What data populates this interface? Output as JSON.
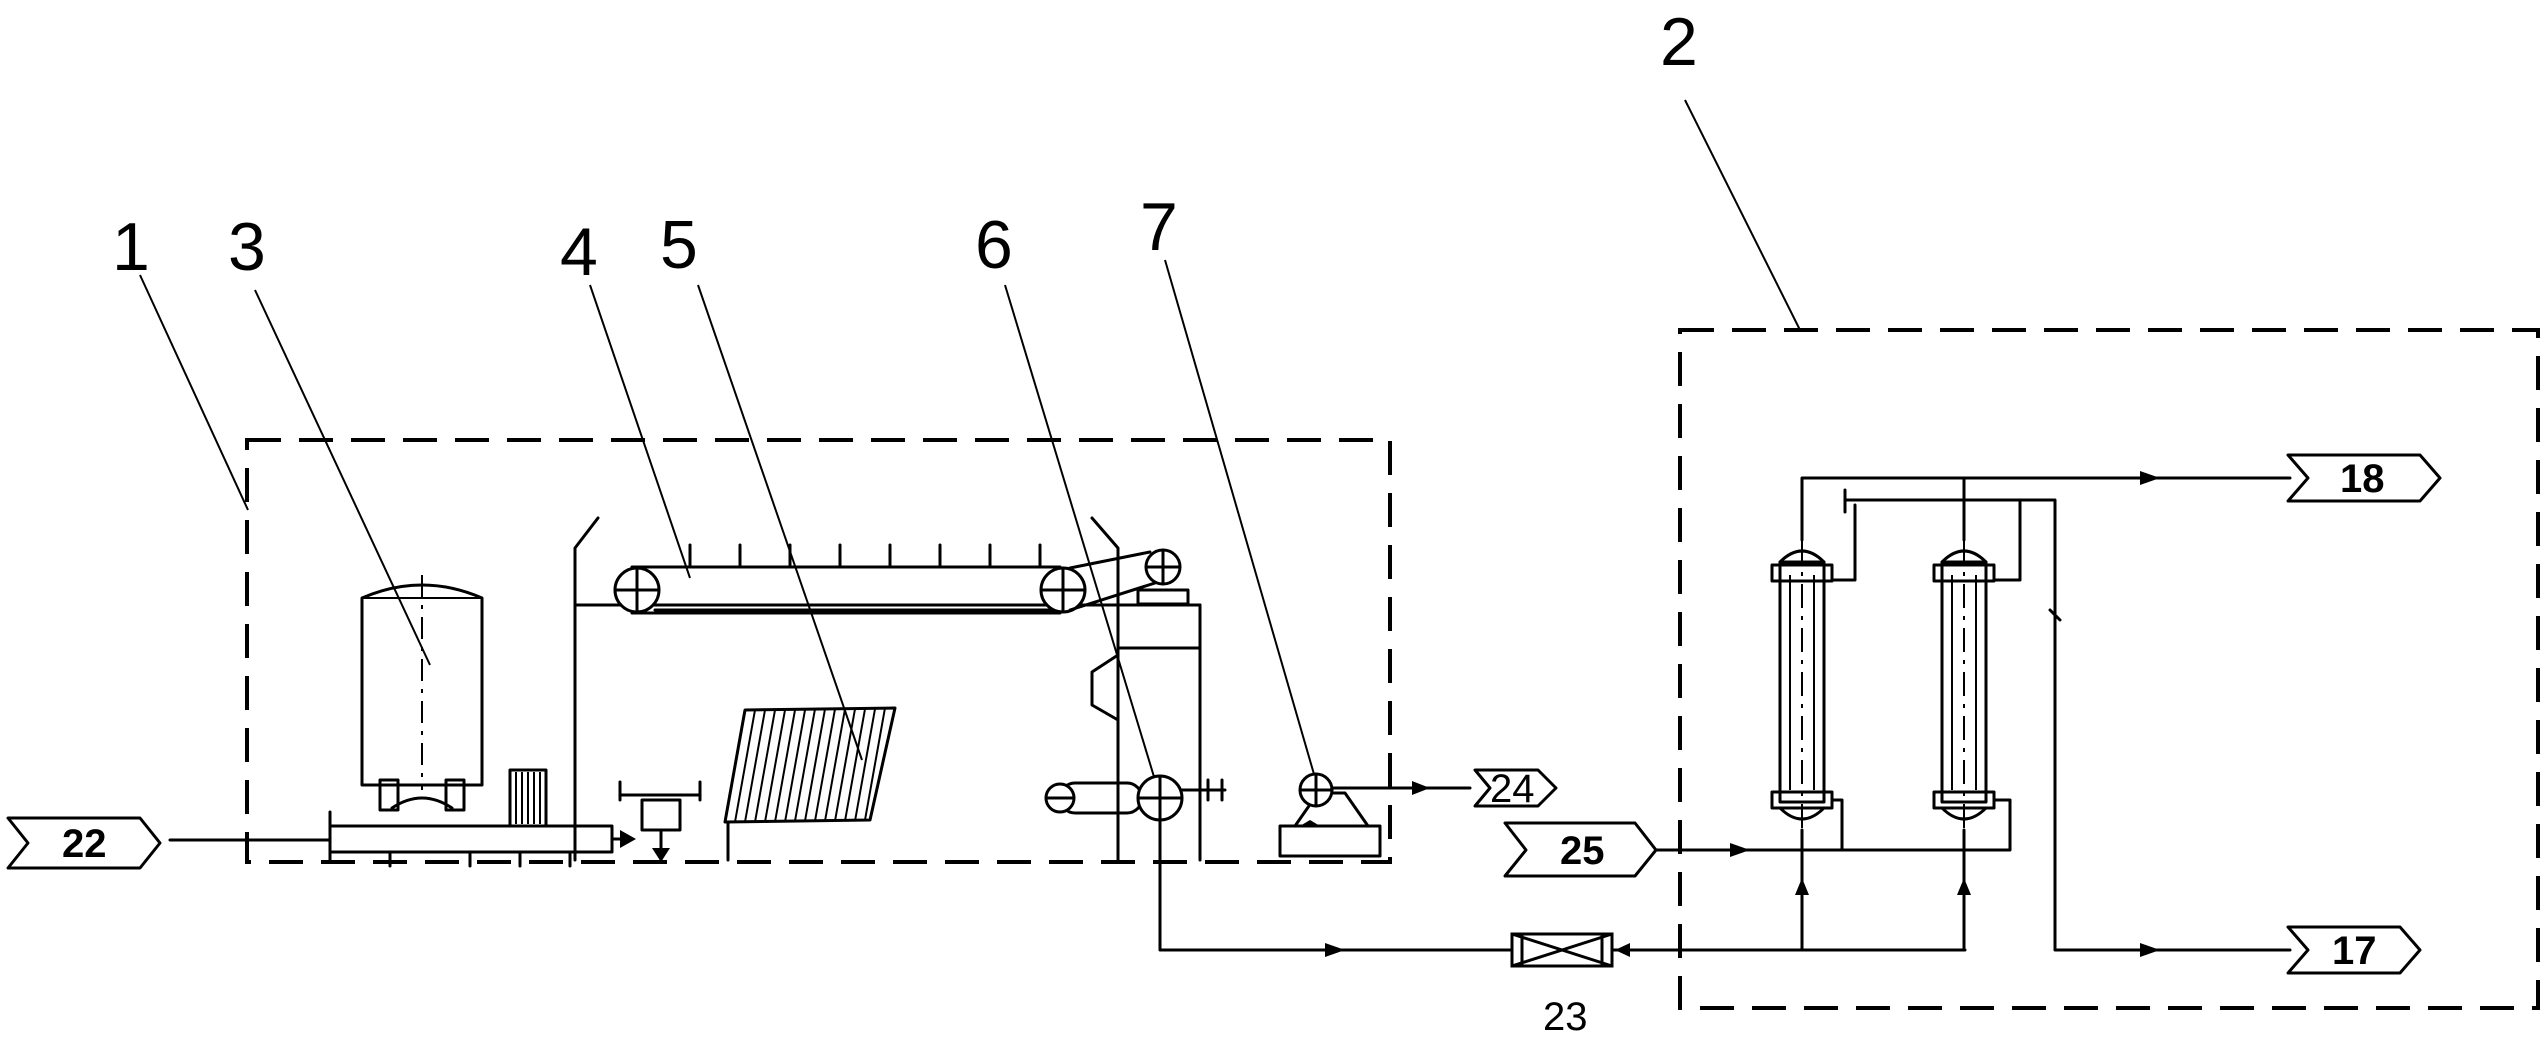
{
  "labels": {
    "n1": "1",
    "n2": "2",
    "n3": "3",
    "n4": "4",
    "n5": "5",
    "n6": "6",
    "n7": "7"
  },
  "streams": {
    "s17": "17",
    "s18": "18",
    "s22": "22",
    "s23": "23",
    "s24": "24",
    "s25": "25"
  }
}
